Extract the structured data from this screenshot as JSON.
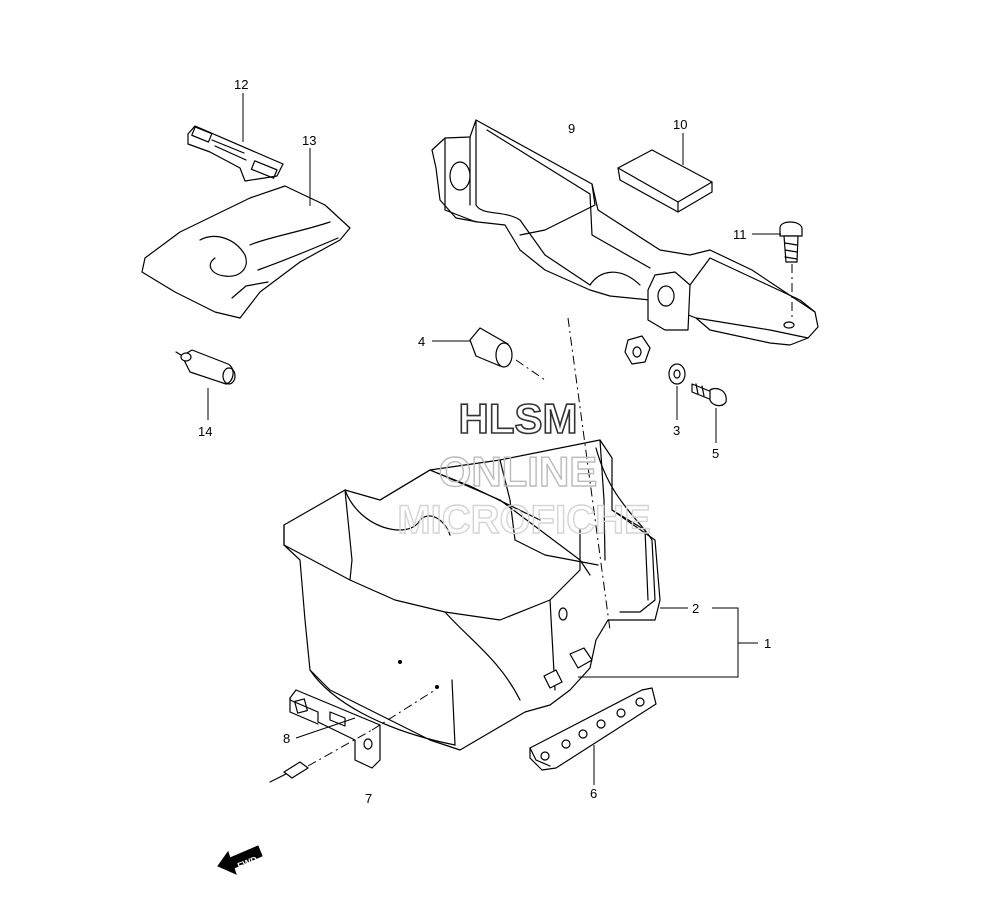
{
  "watermark": {
    "line1": "HLSM",
    "line2": "ONLINE",
    "line3": "MICROFICHE"
  },
  "callouts": {
    "c1": "1",
    "c2": "2",
    "c3": "3",
    "c4": "4",
    "c5": "5",
    "c6": "6",
    "c7": "7",
    "c8": "8",
    "c9": "9",
    "c10": "10",
    "c11": "11",
    "c12": "12",
    "c13": "13",
    "c14": "14"
  },
  "forward_indicator": {
    "label": "FWD",
    "icon": "forward-arrow-icon"
  }
}
